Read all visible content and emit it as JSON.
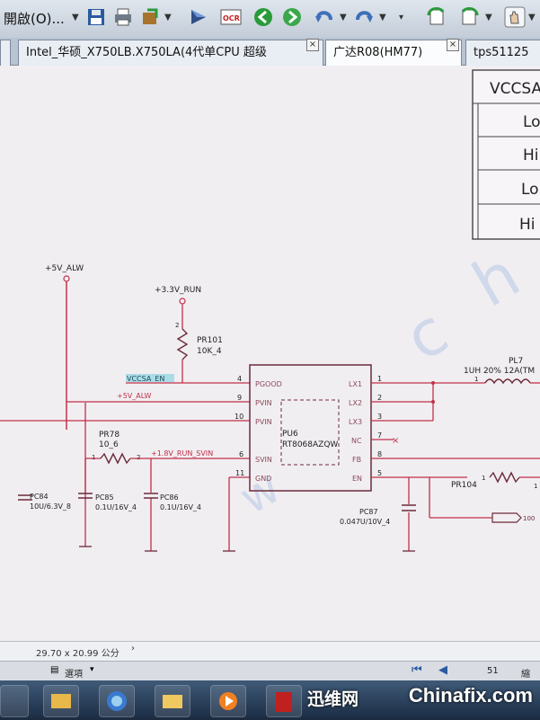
{
  "toolbar": {
    "menu_label": "開啟(O)..."
  },
  "tabs": [
    {
      "label": "Intel_华硕_X750LB.X750LA(4代单CPU 超级"
    },
    {
      "label": "广达R08(HM77)"
    },
    {
      "label": "tps51125"
    }
  ],
  "table": {
    "header": "VCCSA",
    "rows": [
      "Lo",
      "Hi",
      "Lo",
      "Hi"
    ]
  },
  "schematic": {
    "net_5v_alw": "+5V_ALW",
    "net_3v3_run": "+3.3V_RUN",
    "pr101_ref": "PR101",
    "pr101_val": "10K_4",
    "pr101_pin": "2",
    "vccsa_en": "VCCSA_EN",
    "net_5v_alw_2": "+5V_ALW",
    "pr78_ref": "PR78",
    "pr78_val": "10_6",
    "pr78_pin1": "1",
    "pr78_pin2": "2",
    "net_1v8": "+1.8V_RUN_SVIN",
    "ic_ref": "PU6",
    "ic_part": "RT8068AZQW",
    "pins_left": [
      {
        "num": "4",
        "name": "PGOOD"
      },
      {
        "num": "9",
        "name": "PVIN"
      },
      {
        "num": "10",
        "name": "PVIN"
      },
      {
        "num": "6",
        "name": "SVIN"
      },
      {
        "num": "11",
        "name": "GND"
      }
    ],
    "pins_right": [
      {
        "num": "1",
        "name": "LX1"
      },
      {
        "num": "2",
        "name": "LX2"
      },
      {
        "num": "3",
        "name": "LX3"
      },
      {
        "num": "7",
        "name": "NC"
      },
      {
        "num": "8",
        "name": "FB"
      },
      {
        "num": "5",
        "name": "EN"
      }
    ],
    "pl7_ref": "PL7",
    "pl7_val": "1UH 20% 12A(TM",
    "pl7_pin": "1",
    "pr104_ref": "PR104",
    "pr104_pin": "1",
    "pr104_pin2": "1",
    "pc84_ref": "PC84",
    "pc84_val": "10U/6.3V_8",
    "pc85_ref": "PC85",
    "pc85_val": "0.1U/16V_4",
    "pc86_ref": "PC86",
    "pc86_val": "0.1U/16V_4",
    "pc87_ref": "PC87",
    "pc87_val": "0.047U/10V_4",
    "offpage_label": "100"
  },
  "status": {
    "page_size": "29.70 x 20.99 公分",
    "page_number": "51",
    "mode_label": "選項",
    "extra": "縮"
  },
  "taskbar": {
    "brand_cn": "迅维网",
    "brand_en": "Chinafix.com"
  },
  "colors": {
    "wire_red": "#c0304a",
    "wire_dark": "#6b2a3a",
    "paper": "#f1eef1",
    "accent_blue": "#3a7ad0"
  }
}
